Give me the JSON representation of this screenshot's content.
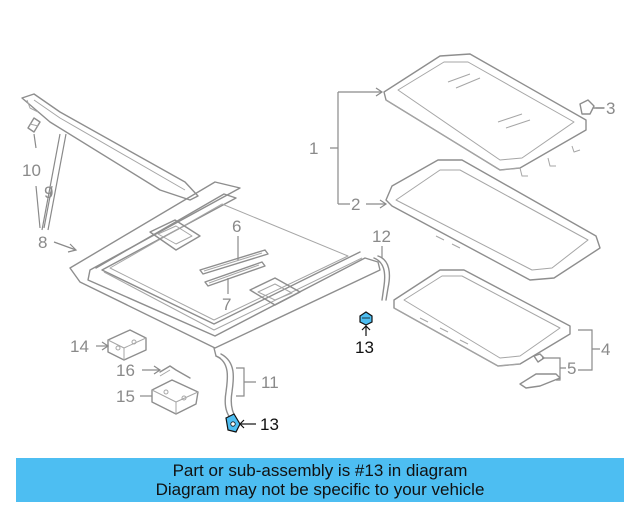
{
  "diagram": {
    "labels": {
      "l1": "1",
      "l2": "2",
      "l3": "3",
      "l4": "4",
      "l5": "5",
      "l6": "6",
      "l7": "7",
      "l8": "8",
      "l9": "9",
      "l10": "10",
      "l11": "11",
      "l12": "12",
      "l13a": "13",
      "l13b": "13",
      "l14": "14",
      "l15": "15",
      "l16": "16"
    },
    "highlight_part": "13",
    "colors": {
      "part_line": "#8e8e8e",
      "label_gray": "#8a8a8a",
      "highlight_fill": "#4dbef2",
      "banner_bg": "#4dbef2"
    }
  },
  "banner": {
    "line1": "Part or sub-assembly is #13 in diagram",
    "line2": "Diagram may not be specific to your vehicle"
  }
}
